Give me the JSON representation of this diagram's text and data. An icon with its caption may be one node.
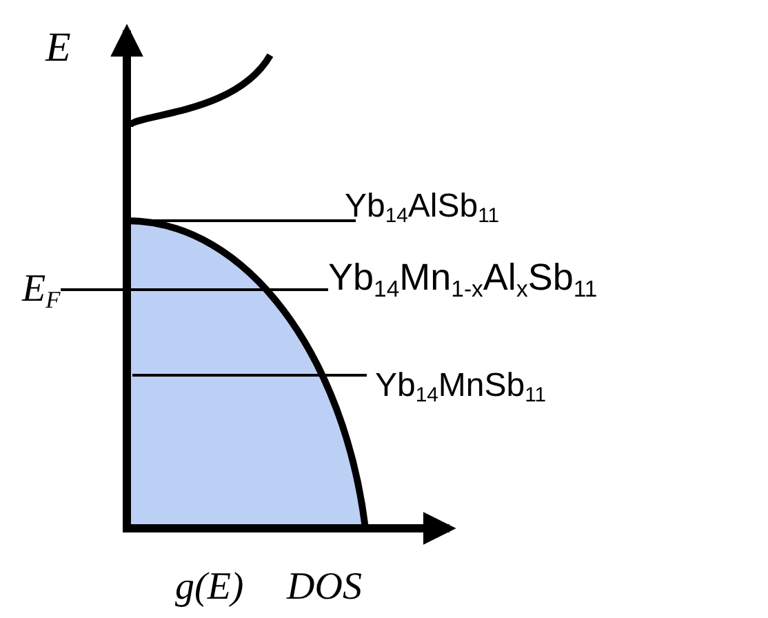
{
  "diagram": {
    "labels": [
      "E",
      "Yb$_{14}$AlSb$_{11}$",
      "E$_{F}$",
      "Yb$_{14}$Mn$_{1-x}$Al$_{x}$Sb$_{11}$",
      "Yb$_{14}$MnSb$_{11}$",
      "g(E)",
      "DOS"
    ]
  }
}
